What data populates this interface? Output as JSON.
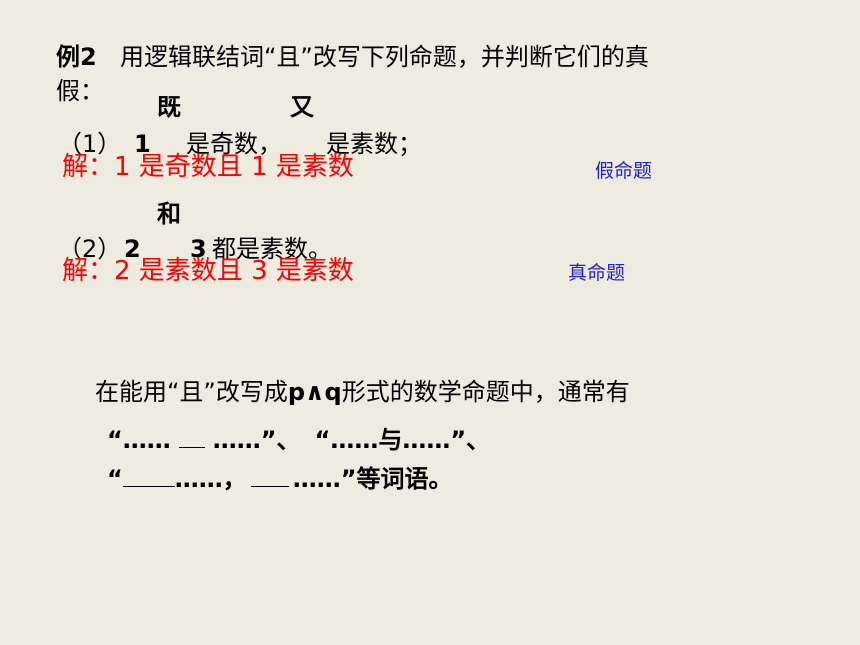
{
  "slide": {
    "example_label": "例2",
    "prompt_line1": "用逻辑联结词“且”改写下列命题，并判断它们的真",
    "prompt_line2": "假：",
    "hint1_a": "既",
    "hint1_b": "又",
    "item1_label": "（1）",
    "item1_num": "1",
    "item1_text": "是奇数，",
    "item1_text2": "是素数；",
    "answer1": "解：1 是奇数且 1 是素数",
    "verdict1": "假命题",
    "hint2": "和",
    "item2_label": "（2）",
    "item2_num": "2",
    "item2_num2": "3",
    "item2_text": "都是素数。",
    "answer2": "解：2 是素数且 3 是素数",
    "verdict2": "真命题",
    "summary_line1_a": "在能用“且”改写成",
    "summary_line1_b": "p∧q",
    "summary_line1_c": "形式的数学命题中，通常有",
    "summary_line2_a": "“……",
    "summary_line2_blank1": "",
    "summary_line2_b": "……”、",
    "summary_line2_c": "“……与……”、",
    "summary_line3_a": "“",
    "summary_line3_blank1": "",
    "summary_line3_b": "……，",
    "summary_line3_blank2": "",
    "summary_line3_c": "……”等词语。"
  }
}
